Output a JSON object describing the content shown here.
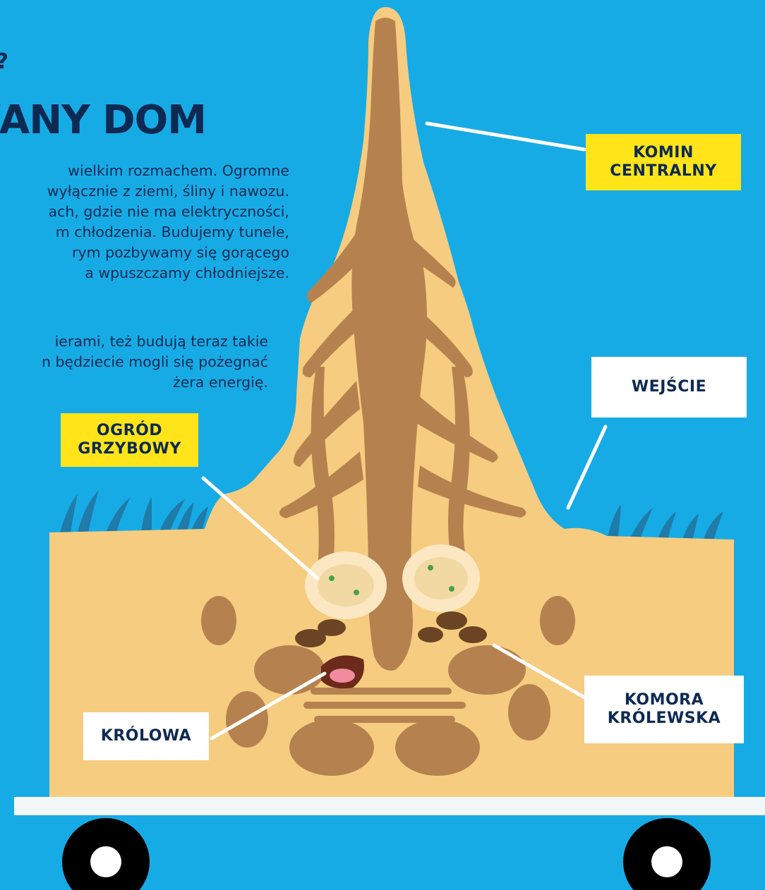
{
  "header": {
    "mark": "?",
    "title": "WANY DOM"
  },
  "intro_text": {
    "paragraph_1": [
      "wielkim rozmachem. Ogromne",
      "wyłącznie z ziemi, śliny i nawozu.",
      "ach, gdzie nie ma elektryczności,",
      "m chłodzenia. Budujemy tunele,",
      "rym pozbywamy się gorącego",
      "a wpuszczamy chłodniejsze."
    ],
    "paragraph_2": [
      "ierami, też budują teraz takie",
      "n będziecie mogli się pożegnać",
      "żera energię."
    ]
  },
  "labels": {
    "komin": [
      "KOMIN",
      "CENTRALNY"
    ],
    "wejscie": [
      "WEJŚCIE"
    ],
    "ogrod": [
      "OGRÓD",
      "GRZYBOWY"
    ],
    "krolowa": [
      "KRÓLOWA"
    ],
    "komora": [
      "KOMORA",
      "KRÓLEWSKA"
    ]
  },
  "colors": {
    "sky": "#17abe6",
    "sand": "#f6cc80",
    "tunnel": "#b5824f",
    "ink": "#0d2a52",
    "label_yellow": "#ffe419",
    "label_white": "#ffffff",
    "grass": "#1f7ba8"
  }
}
